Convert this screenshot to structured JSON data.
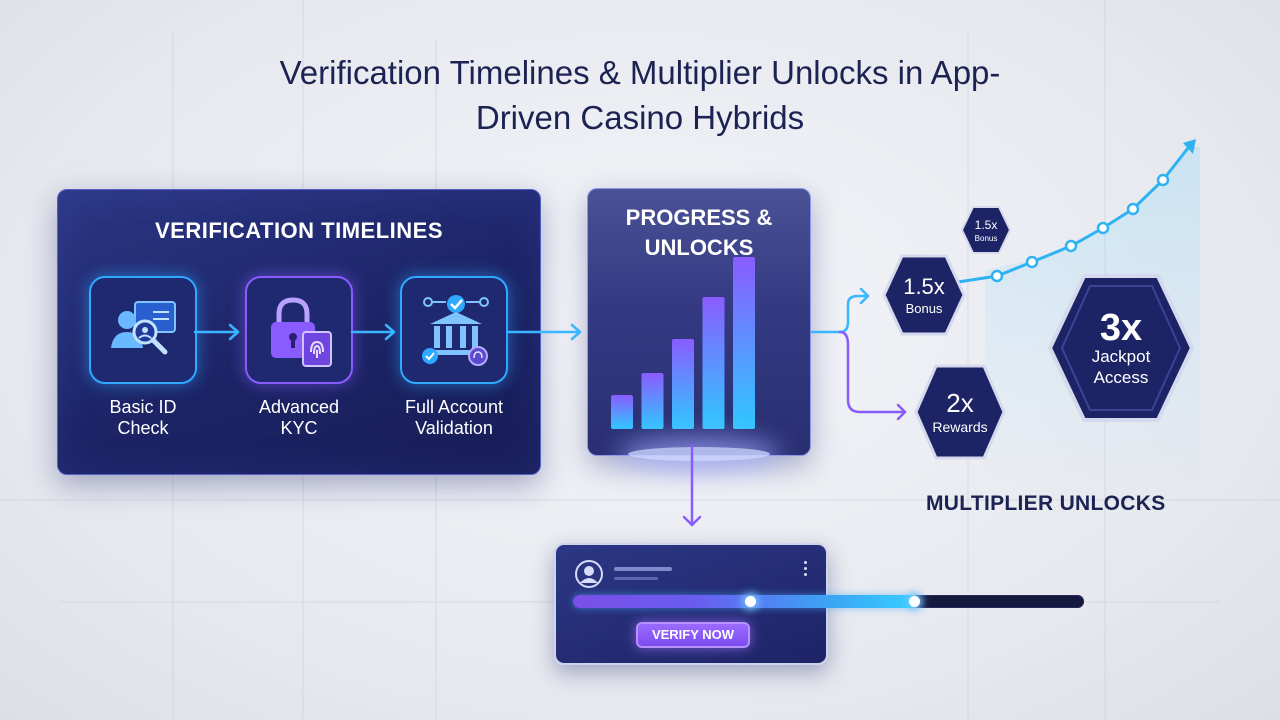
{
  "title": "Verification Timelines & Multiplier Unlocks in App-Driven Casino Hybrids",
  "verification": {
    "heading": "VERIFICATION TIMELINES",
    "steps": [
      {
        "line1": "Basic ID",
        "line2": "Check",
        "icon": "id-search-icon"
      },
      {
        "line1": "Advanced",
        "line2": "KYC",
        "icon": "lock-fingerprint-icon"
      },
      {
        "line1": "Full Account",
        "line2": "Validation",
        "icon": "bank-check-icon"
      }
    ]
  },
  "progress": {
    "heading_line1": "PROGRESS &",
    "heading_line2": "UNLOCKS",
    "bars": [
      0.17,
      0.28,
      0.45,
      0.66,
      0.86
    ]
  },
  "multipliers": {
    "heading": "MULTIPLIER UNLOCKS",
    "small": {
      "value": "1.5x",
      "label": "Bonus"
    },
    "bonus": {
      "value": "1.5x",
      "label": "Bonus"
    },
    "rewards": {
      "value": "2x",
      "label": "Rewards"
    },
    "jackpot": {
      "value": "3x",
      "label_line1": "Jackpot",
      "label_line2": "Access"
    }
  },
  "card": {
    "button_label": "VERIFY NOW",
    "progress_fraction": 0.68
  },
  "colors": {
    "navy": "#1c2466",
    "cyan": "#2fa8ff",
    "violet": "#8a5cff",
    "title": "#1c2352"
  }
}
